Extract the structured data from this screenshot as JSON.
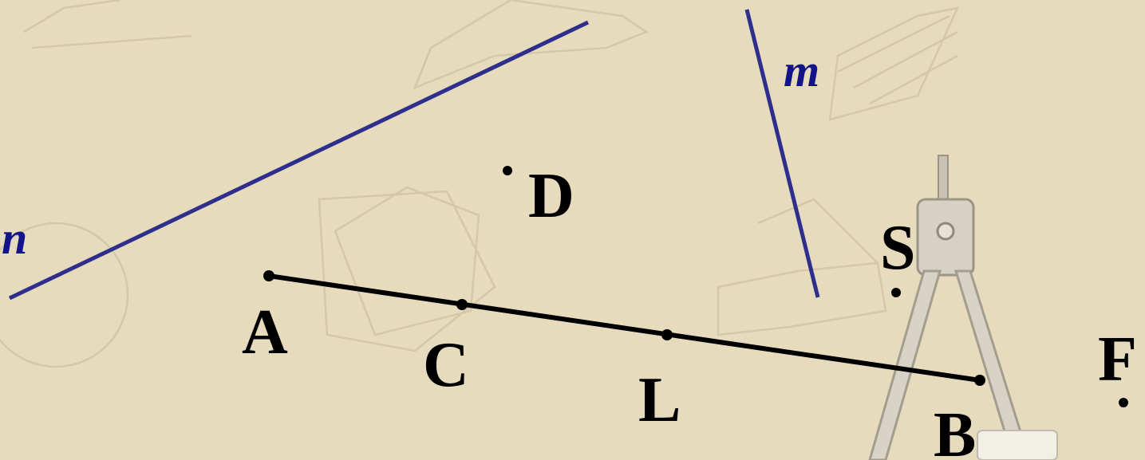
{
  "colors": {
    "background": "#e6dbbd",
    "sketch": "#d3c5a4",
    "line_color": "#2e2e8c",
    "segment_color": "#000000",
    "label_color": "#000000",
    "line_label_color": "#14148a"
  },
  "lines": {
    "n": {
      "label": "n"
    },
    "m": {
      "label": "m"
    }
  },
  "segment": {
    "name": "AB"
  },
  "points": {
    "A": {
      "label": "A"
    },
    "C": {
      "label": "C"
    },
    "L": {
      "label": "L"
    },
    "B": {
      "label": "B"
    },
    "D": {
      "label": "D"
    },
    "S": {
      "label": "S"
    },
    "F": {
      "label": "F"
    }
  },
  "decoration": {
    "compass_icon": "drawing-compass-icon"
  }
}
